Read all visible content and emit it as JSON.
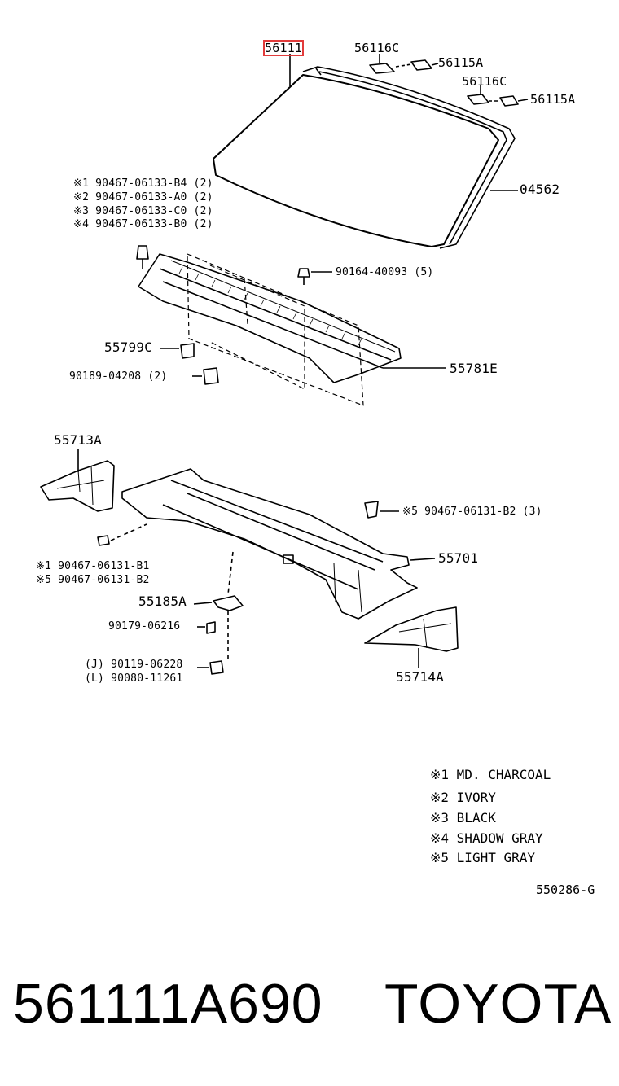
{
  "labels": {
    "part_56111": "56111",
    "part_56116c_top": "56116C",
    "part_56115a_top": "56115A",
    "part_56116c_mid": "56116C",
    "part_56115a_mid": "56115A",
    "part_04562": "04562",
    "clip_note_1": "※1 90467-06133-B4 (2)",
    "clip_note_2": "※2 90467-06133-A0 (2)",
    "clip_note_3": "※3 90467-06133-C0 (2)",
    "clip_note_4": "※4 90467-06133-B0 (2)",
    "part_90164": "90164-40093 (5)",
    "part_55799c": "55799C",
    "part_55781e": "55781E",
    "part_90189": "90189-04208 (2)",
    "part_55713a": "55713A",
    "part_90467_b2_3": "※5 90467-06131-B2 (3)",
    "part_55701": "55701",
    "note_b1": "※1 90467-06131-B1",
    "note_b2": "※5 90467-06131-B2",
    "part_55185a": "55185A",
    "part_90179": "90179-06216",
    "part_90119": "(J) 90119-06228",
    "part_90080": "(L) 90080-11261",
    "part_55714a": "55714A"
  },
  "legend": [
    "※1 MD. CHARCOAL",
    "※2 IVORY",
    "※3 BLACK",
    "※4 SHADOW GRAY",
    "※5 LIGHT GRAY"
  ],
  "diagram_code": "550286-G",
  "footer": {
    "part_number": "561111A690",
    "brand": "TOYOTA"
  },
  "colors": {
    "highlight": "#e23b3b",
    "ink": "#000000",
    "background": "#ffffff"
  }
}
